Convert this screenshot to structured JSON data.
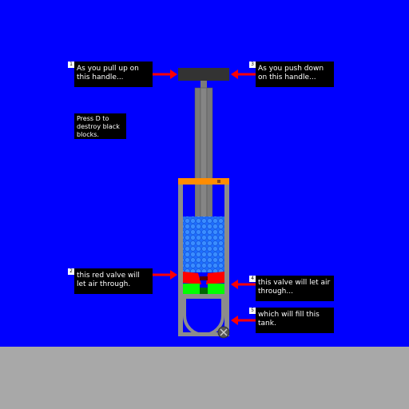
{
  "colors": {
    "sky": "#0000ff",
    "ground": "#a8a8a8",
    "arrow": "#ff0000",
    "handle": "#333333",
    "rod": "#7a7a7a",
    "cylinder_wall": "#8c8c8c",
    "collar": "#ff8c00",
    "air": "#2277ff",
    "red_valve": "#ff0000",
    "green_valve": "#00ff00",
    "tank": "#888888"
  },
  "hint": {
    "text": "Press D to destroy black blocks."
  },
  "callouts": [
    {
      "num": "1",
      "text": "As you pull up on this handle..."
    },
    {
      "num": "2",
      "text": "this red valve will let air through."
    },
    {
      "num": "3",
      "text": "As you push down on this handle..."
    },
    {
      "num": "4",
      "text": "this valve will let air through..."
    },
    {
      "num": "5",
      "text": "which will fill this tank."
    }
  ],
  "icons": {
    "close": "close-icon"
  }
}
